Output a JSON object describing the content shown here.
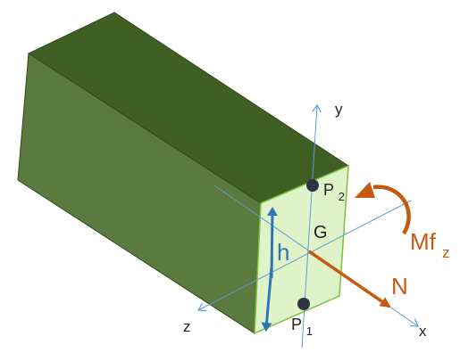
{
  "labels": {
    "y": "y",
    "z": "z",
    "x": "x",
    "G": "G",
    "h": "h",
    "N": "N",
    "Mf": "Mf",
    "Mf_sub": "z",
    "P": "P",
    "P1_sub": "1",
    "P2_sub": "2"
  },
  "colors": {
    "beam_top": "#3f5f25",
    "beam_side": "#5a7a40",
    "beam_edge": "#2f4a1b",
    "section_face": "#dff3c8",
    "section_edge": "#7fbf3f",
    "axis": "#5f9bd3",
    "h_arrow": "#2e75b6",
    "force": "#c55a11",
    "point": "#2e3445",
    "text_dark": "#222222",
    "text_force": "#c55a11"
  }
}
